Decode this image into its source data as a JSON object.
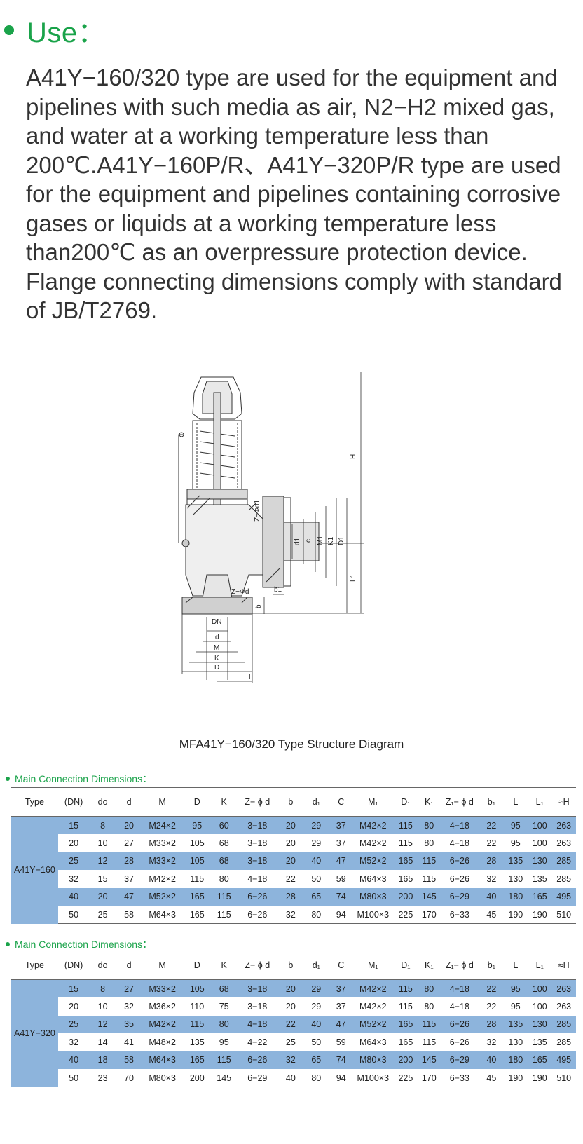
{
  "heading": "Use：",
  "paragraphs": [
    "A41Y−160/320 type are used for the equipment and pipelines with such media as air, N2−H2 mixed gas, and water at a working temperature less than 200℃.A41Y−160P/R、A41Y−320P/R type are used for the equipment and pipelines containing corrosive gases or liquids at a working temperature less than200℃ as an overpressure protection device.",
    "Flange connecting dimensions comply with standard of JB/T2769."
  ],
  "diagram": {
    "labels": {
      "H": "H",
      "L1": "L1",
      "D1": "D1",
      "K1": "K1",
      "M1": "M1",
      "c": "c",
      "d1": "d1",
      "z_phi_d1": "Z−Φd1",
      "z_phi_d": "Z−Φd",
      "b1": "b1",
      "b": "b",
      "DN": "DN",
      "d": "d",
      "M": "M",
      "K": "K",
      "D": "D",
      "L": "L"
    },
    "caption": "MFA41Y−160/320 Type Structure Diagram"
  },
  "tables": [
    {
      "title": "Main Connection Dimensions：",
      "type_label": "A41Y−160",
      "headers": [
        "Type",
        "(DN)",
        "do",
        "d",
        "M",
        "D",
        "K",
        "Z− ϕ d",
        "b",
        "d₁",
        "C",
        "M₁",
        "D₁",
        "K₁",
        "Z₁− ϕ d",
        "b₁",
        "L",
        "L₁",
        "≈H"
      ],
      "rows": [
        [
          "15",
          "8",
          "20",
          "M24×2",
          "95",
          "60",
          "3−18",
          "20",
          "29",
          "37",
          "M42×2",
          "115",
          "80",
          "4−18",
          "22",
          "95",
          "100",
          "263"
        ],
        [
          "20",
          "10",
          "27",
          "M33×2",
          "105",
          "68",
          "3−18",
          "20",
          "29",
          "37",
          "M42×2",
          "115",
          "80",
          "4−18",
          "22",
          "95",
          "100",
          "263"
        ],
        [
          "25",
          "12",
          "28",
          "M33×2",
          "105",
          "68",
          "3−18",
          "20",
          "40",
          "47",
          "M52×2",
          "165",
          "115",
          "6−26",
          "28",
          "135",
          "130",
          "285"
        ],
        [
          "32",
          "15",
          "37",
          "M42×2",
          "115",
          "80",
          "4−18",
          "22",
          "50",
          "59",
          "M64×3",
          "165",
          "115",
          "6−26",
          "32",
          "130",
          "135",
          "285"
        ],
        [
          "40",
          "20",
          "47",
          "M52×2",
          "165",
          "115",
          "6−26",
          "28",
          "65",
          "74",
          "M80×3",
          "200",
          "145",
          "6−29",
          "40",
          "180",
          "165",
          "495"
        ],
        [
          "50",
          "25",
          "58",
          "M64×3",
          "165",
          "115",
          "6−26",
          "32",
          "80",
          "94",
          "M100×3",
          "225",
          "170",
          "6−33",
          "45",
          "190",
          "190",
          "510"
        ]
      ]
    },
    {
      "title": "Main Connection Dimensions：",
      "type_label": "A41Y−320",
      "headers": [
        "Type",
        "(DN)",
        "do",
        "d",
        "M",
        "D",
        "K",
        "Z− ϕ d",
        "b",
        "d₁",
        "C",
        "M₁",
        "D₁",
        "K₁",
        "Z₁− ϕ d",
        "b₁",
        "L",
        "L₁",
        "≈H"
      ],
      "rows": [
        [
          "15",
          "8",
          "27",
          "M33×2",
          "105",
          "68",
          "3−18",
          "20",
          "29",
          "37",
          "M42×2",
          "115",
          "80",
          "4−18",
          "22",
          "95",
          "100",
          "263"
        ],
        [
          "20",
          "10",
          "32",
          "M36×2",
          "110",
          "75",
          "3−18",
          "20",
          "29",
          "37",
          "M42×2",
          "115",
          "80",
          "4−18",
          "22",
          "95",
          "100",
          "263"
        ],
        [
          "25",
          "12",
          "35",
          "M42×2",
          "115",
          "80",
          "4−18",
          "22",
          "40",
          "47",
          "M52×2",
          "165",
          "115",
          "6−26",
          "28",
          "135",
          "130",
          "285"
        ],
        [
          "32",
          "14",
          "41",
          "M48×2",
          "135",
          "95",
          "4−22",
          "25",
          "50",
          "59",
          "M64×3",
          "165",
          "115",
          "6−26",
          "32",
          "130",
          "135",
          "285"
        ],
        [
          "40",
          "18",
          "58",
          "M64×3",
          "165",
          "115",
          "6−26",
          "32",
          "65",
          "74",
          "M80×3",
          "200",
          "145",
          "6−29",
          "40",
          "180",
          "165",
          "495"
        ],
        [
          "50",
          "23",
          "70",
          "M80×3",
          "200",
          "145",
          "6−29",
          "40",
          "80",
          "94",
          "M100×3",
          "225",
          "170",
          "6−33",
          "45",
          "190",
          "190",
          "510"
        ]
      ]
    }
  ],
  "colors": {
    "accent_green": "#1aa34a",
    "table_blue": "#8db4dc"
  }
}
